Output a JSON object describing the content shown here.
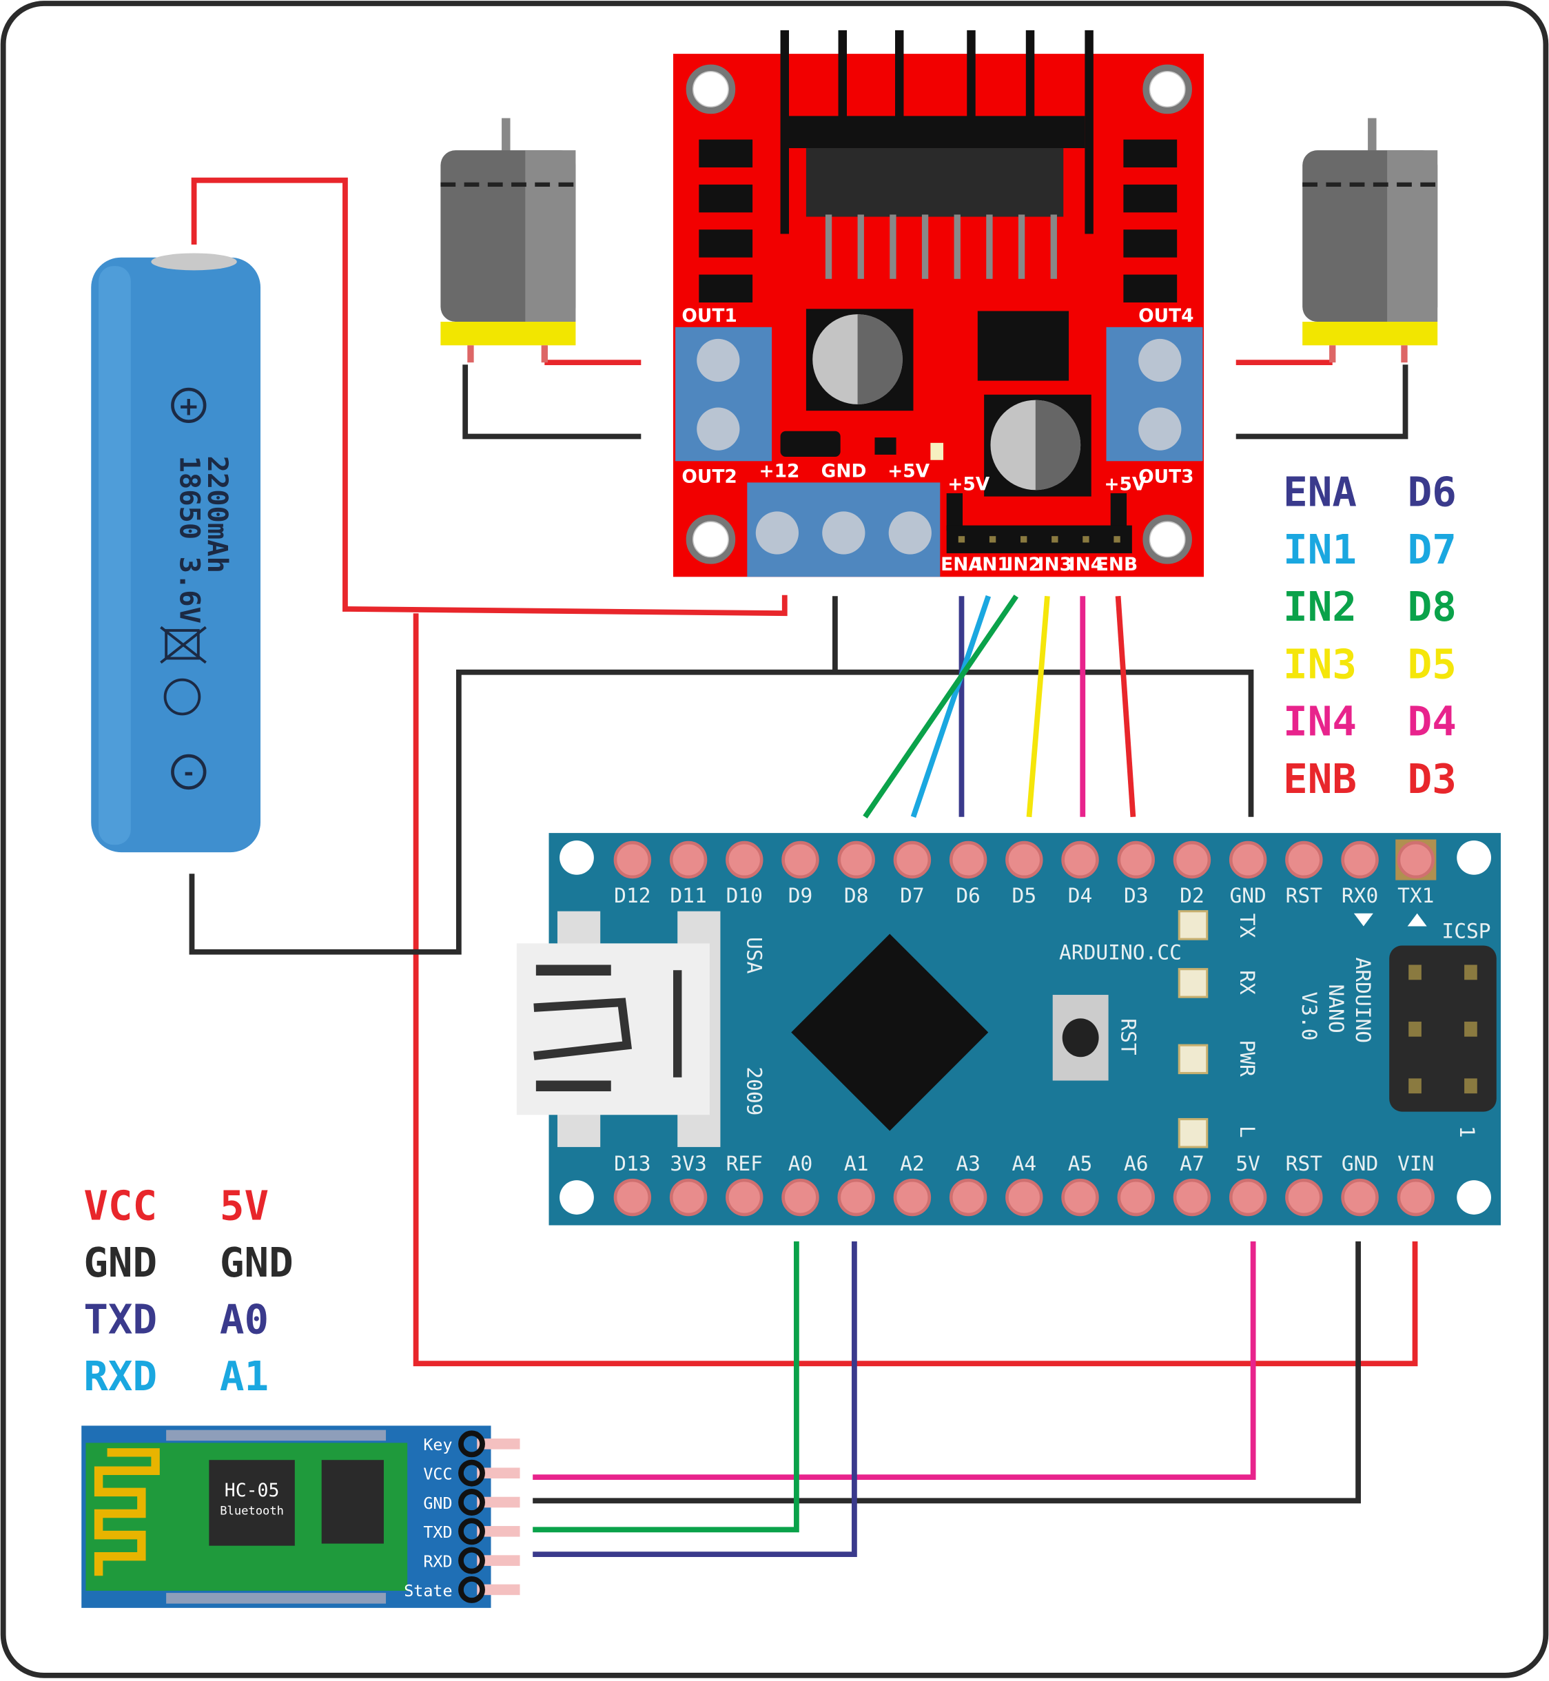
{
  "colors": {
    "red": "#e8262b",
    "black": "#2b2b2b",
    "navy": "#3a3a8c",
    "cyan": "#1aa7e0",
    "green": "#0aa24a",
    "yellow": "#f5e60a",
    "magenta": "#e8238c",
    "board_red": "#f20000",
    "board_blue": "#1a7898",
    "hc05_green": "#1f9a3c"
  },
  "battery": {
    "plus": "+",
    "model": "18650 3.6V",
    "capacity": "2200mAh",
    "minus": "-"
  },
  "driver": {
    "out1": "OUT1",
    "out2": "OUT2",
    "out3": "OUT3",
    "out4": "OUT4",
    "power_labels": [
      "+12",
      "GND",
      "+5V"
    ],
    "plus5_left": "+5V",
    "plus5_right": "+5V",
    "pins": [
      "ENA",
      "IN1",
      "IN2",
      "IN3",
      "IN4",
      "ENB"
    ]
  },
  "driver_legend": [
    {
      "from": "ENA",
      "to": "D6",
      "color": "#3a3a8c"
    },
    {
      "from": "IN1",
      "to": "D7",
      "color": "#1aa7e0"
    },
    {
      "from": "IN2",
      "to": "D8",
      "color": "#0aa24a"
    },
    {
      "from": "IN3",
      "to": "D5",
      "color": "#f5e60a"
    },
    {
      "from": "IN4",
      "to": "D4",
      "color": "#e8238c"
    },
    {
      "from": "ENB",
      "to": "D3",
      "color": "#e8262b"
    }
  ],
  "arduino": {
    "top_pins": [
      "D12",
      "D11",
      "D10",
      "D9",
      "D8",
      "D7",
      "D6",
      "D5",
      "D4",
      "D3",
      "D2",
      "GND",
      "RST",
      "RX0",
      "TX1"
    ],
    "bottom_pins": [
      "D13",
      "3V3",
      "REF",
      "A0",
      "A1",
      "A2",
      "A3",
      "A4",
      "A5",
      "A6",
      "A7",
      "5V",
      "RST",
      "GND",
      "VIN"
    ],
    "site": "ARDUINO.CC",
    "usa": "USA",
    "year": "2009",
    "rst": "RST",
    "leds": [
      "TX",
      "RX",
      "PWR",
      "L"
    ],
    "model": [
      "ARDUINO",
      "NANO",
      "V3.0"
    ],
    "icsp": "ICSP",
    "icsp_pin1": "1"
  },
  "hc05_legend": [
    {
      "from": "VCC",
      "to": "5V",
      "color": "#e8262b"
    },
    {
      "from": "GND",
      "to": "GND",
      "color": "#2b2b2b"
    },
    {
      "from": "TXD",
      "to": "A0",
      "color": "#3a3a8c"
    },
    {
      "from": "RXD",
      "to": "A1",
      "color": "#1aa7e0"
    }
  ],
  "hc05": {
    "name": "HC-05",
    "sub": "Bluetooth",
    "pins": [
      "Key",
      "VCC",
      "GND",
      "TXD",
      "RXD",
      "State"
    ]
  }
}
